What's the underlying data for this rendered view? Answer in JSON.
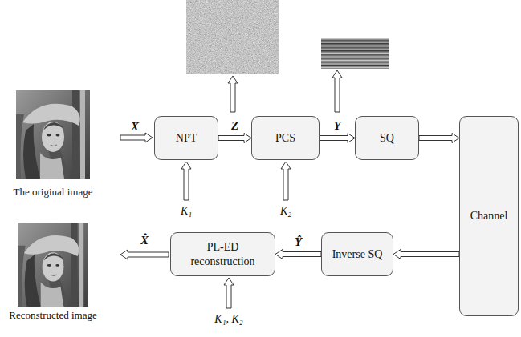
{
  "diagram": {
    "nodes": [
      {
        "text": [
          "NPT"
        ]
      },
      {
        "text": [
          "PCS"
        ]
      },
      {
        "text": [
          "SQ"
        ]
      },
      {
        "text": [
          "Channel"
        ]
      },
      {
        "text": [
          "Inverse SQ"
        ]
      },
      {
        "text": [
          "PL-ED reconstruction"
        ]
      }
    ],
    "edges": [
      {
        "from": 0,
        "to": 1,
        "arrow": "to",
        "label": "Z"
      },
      {
        "from": 1,
        "to": 2,
        "arrow": "to",
        "label": "Y"
      },
      {
        "from": 2,
        "to": 3,
        "arrow": "to"
      },
      {
        "from": 3,
        "to": 4,
        "arrow": "to"
      },
      {
        "from": 4,
        "to": 5,
        "arrow": "to",
        "label": "Ŷ"
      }
    ],
    "labels": [
      "X",
      "K₁",
      "K₂",
      "K₁, K₂",
      "X̂",
      "The original image",
      "Reconstructed image"
    ]
  }
}
